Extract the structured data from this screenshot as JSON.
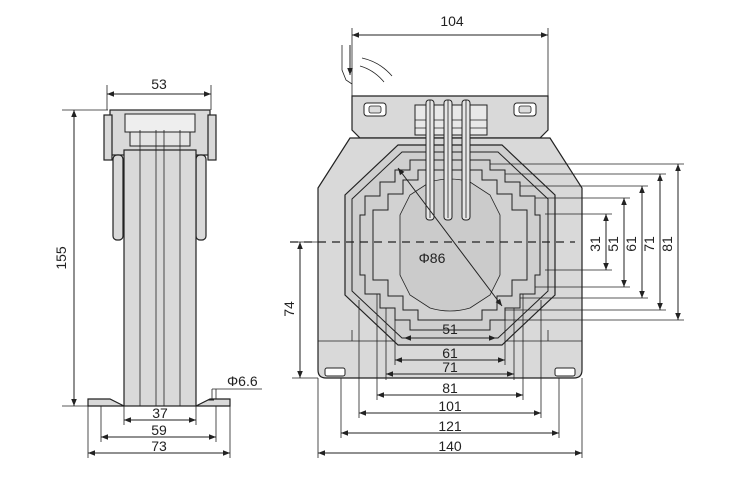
{
  "side_view": {
    "dims": {
      "top_width": "53",
      "height": "155",
      "base_inner": "37",
      "base_mid": "59",
      "base_outer": "73",
      "hole": "Φ6.6"
    }
  },
  "front_view": {
    "dims": {
      "top_width": "104",
      "bore_diameter": "Φ86",
      "center_height": "74",
      "w51_inner": "51",
      "w61": "61",
      "w71": "71",
      "w81": "81",
      "w101": "101",
      "w121": "121",
      "w140": "140",
      "v31": "31",
      "v51": "51",
      "v61": "61",
      "v71": "71",
      "v81": "81"
    }
  }
}
